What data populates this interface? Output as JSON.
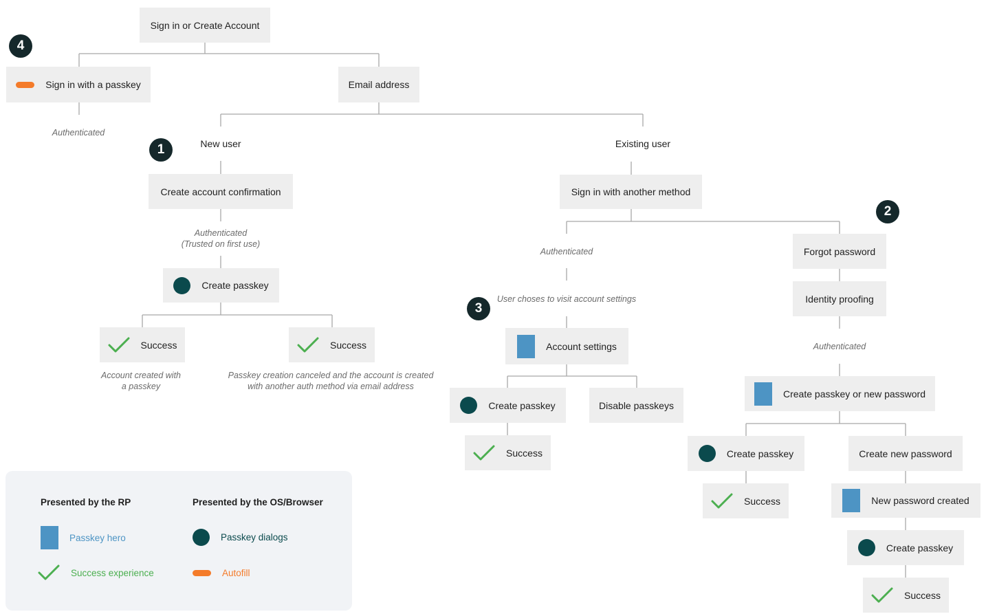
{
  "nodes": {
    "sign_in_or_create": "Sign in or Create Account",
    "sign_in_passkey": "Sign in with a passkey",
    "email_address": "Email address",
    "create_account_confirmation": "Create account confirmation",
    "create_passkey_new": "Create passkey",
    "success_a": "Success",
    "success_b": "Success",
    "sign_in_another_method": "Sign in with another method",
    "forgot_password": "Forgot password",
    "identity_proofing": "Identity proofing",
    "account_settings": "Account settings",
    "create_passkey_settings": "Create passkey",
    "disable_passkeys": "Disable passkeys",
    "success_c": "Success",
    "create_passkey_or_password": "Create passkey or new password",
    "create_passkey_recovery": "Create passkey",
    "create_new_password": "Create new password",
    "success_d": "Success",
    "new_password_created": "New password created",
    "create_passkey_after_password": "Create passkey",
    "success_e": "Success"
  },
  "labels": {
    "new_user": "New user",
    "existing_user": "Existing user"
  },
  "notes": {
    "authenticated_passkey": "Authenticated",
    "authenticated_trusted": "Authenticated\n(Trusted on first use)",
    "account_created": "Account created with\na passkey",
    "passkey_canceled": "Passkey creation canceled and the account is created\nwith another auth method via email address",
    "authenticated_another": "Authenticated",
    "user_chooses_settings": "User choses to visit account settings",
    "authenticated_recovery": "Authenticated"
  },
  "badges": {
    "b1": "1",
    "b2": "2",
    "b3": "3",
    "b4": "4"
  },
  "legend": {
    "rp_heading": "Presented by the RP",
    "os_heading": "Presented by the OS/Browser",
    "passkey_hero": "Passkey hero",
    "success_experience": "Success experience",
    "passkey_dialogs": "Passkey dialogs",
    "autofill": "Autofill"
  },
  "colors": {
    "passkey_hero": "#4d94c4",
    "success": "#4caf50",
    "passkey_dialogs": "#0b4a4d",
    "autofill": "#f47b2a",
    "badge": "#15282b",
    "connector": "#a8a8a8",
    "node_bg": "#eeeeee",
    "legend_bg": "#f1f3f6"
  },
  "icons": {
    "passkey_hero": "blue-rectangle-icon",
    "success": "check-icon",
    "passkey_dialogs": "teal-circle-icon",
    "autofill": "orange-bar-icon"
  }
}
